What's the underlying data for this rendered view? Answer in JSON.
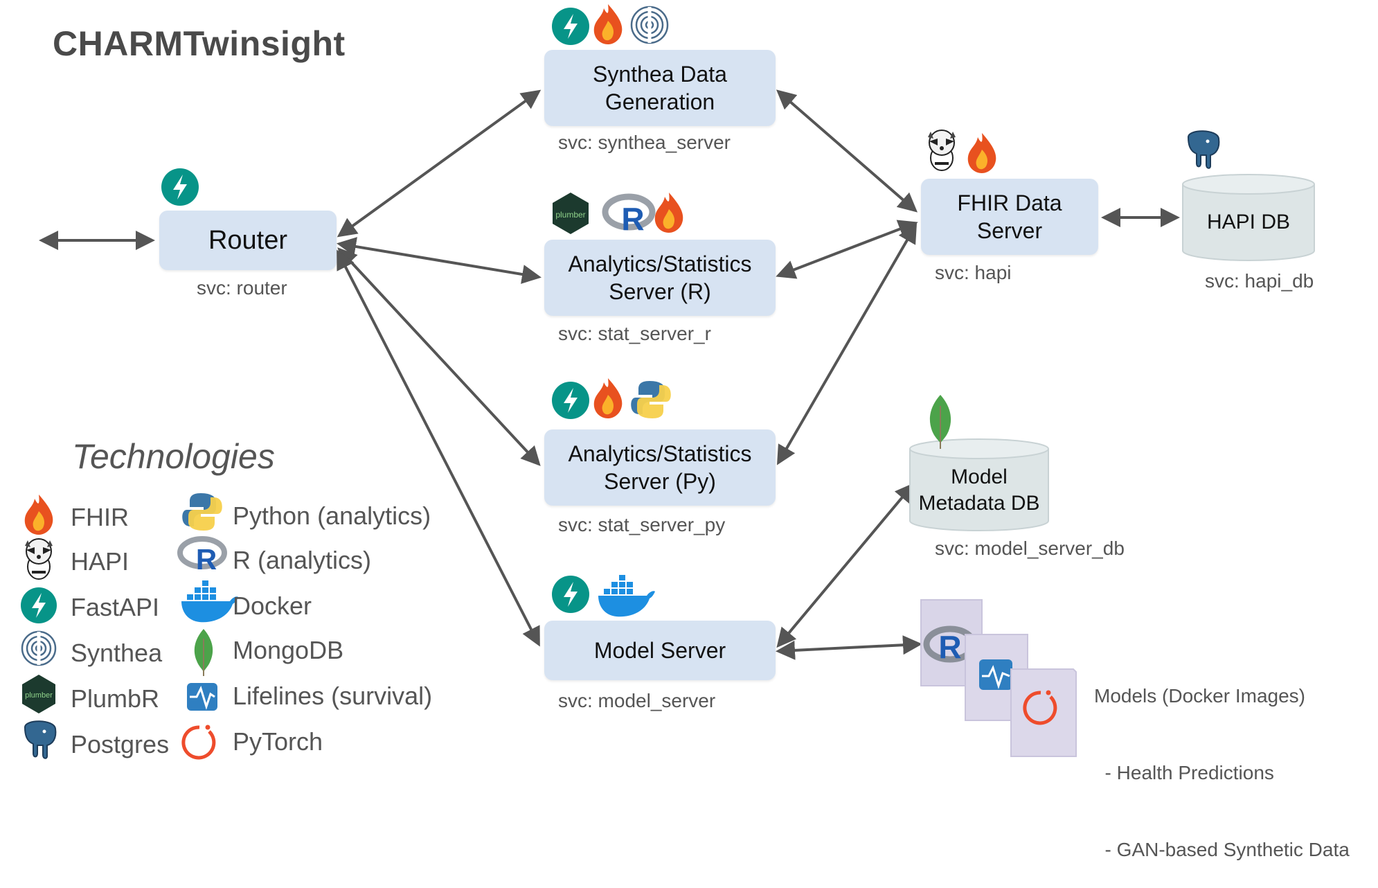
{
  "title": "CHARMTwinsight",
  "nodes": {
    "router": {
      "label": "Router",
      "svc": "svc: router"
    },
    "synthea": {
      "line1": "Synthea Data",
      "line2": "Generation",
      "svc": "svc: synthea_server"
    },
    "stat_r": {
      "line1": "Analytics/Statistics",
      "line2": "Server (R)",
      "svc": "svc: stat_server_r"
    },
    "stat_py": {
      "line1": "Analytics/Statistics",
      "line2": "Server (Py)",
      "svc": "svc: stat_server_py"
    },
    "model": {
      "label": "Model Server",
      "svc": "svc: model_server"
    },
    "fhir": {
      "line1": "FHIR Data",
      "line2": "Server",
      "svc": "svc: hapi"
    },
    "hapi_db": {
      "label": "HAPI DB",
      "svc": "svc: hapi_db"
    },
    "model_db": {
      "line1": "Model",
      "line2": "Metadata DB",
      "svc": "svc: model_server_db"
    }
  },
  "models_note": {
    "title": "Models (Docker Images)",
    "item1": "  - Health Predictions",
    "item2": "  - GAN-based Synthetic Data"
  },
  "legend": {
    "title": "Technologies",
    "items": [
      {
        "label": "FHIR",
        "icon": "fhir-flame-icon"
      },
      {
        "label": "HAPI",
        "icon": "hapi-raccoon-icon"
      },
      {
        "label": "FastAPI",
        "icon": "fastapi-icon"
      },
      {
        "label": "Synthea",
        "icon": "synthea-icon"
      },
      {
        "label": "PlumbR",
        "icon": "plumber-icon"
      },
      {
        "label": "Postgres",
        "icon": "postgres-elephant-icon"
      },
      {
        "label": "Python (analytics)",
        "icon": "python-icon"
      },
      {
        "label": "R (analytics)",
        "icon": "r-icon"
      },
      {
        "label": "Docker",
        "icon": "docker-whale-icon"
      },
      {
        "label": "MongoDB",
        "icon": "mongodb-leaf-icon"
      },
      {
        "label": "Lifelines (survival)",
        "icon": "lifelines-icon"
      },
      {
        "label": "PyTorch",
        "icon": "pytorch-icon"
      }
    ]
  },
  "colors": {
    "node_fill": "#d7e3f2",
    "db_fill": "#dde5e6",
    "arrow": "#555555",
    "fastapi": "#079488",
    "fhir_flame": "#e8511f",
    "docker": "#1d8fe1",
    "mongodb": "#4ca34a",
    "postgres": "#336791",
    "pytorch": "#ee4c2c"
  }
}
